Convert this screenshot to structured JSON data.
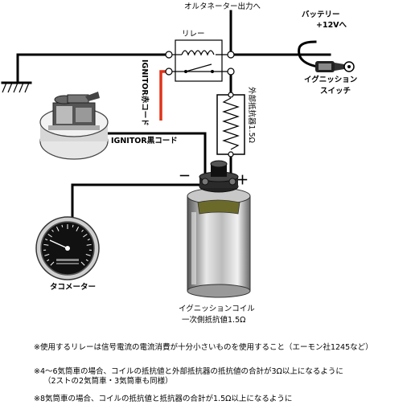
{
  "labels": {
    "alternator_output": "オルタネーター出力へ",
    "relay": "リレー",
    "battery": "バッテリー",
    "plus12v": "+12Vへ",
    "ignition_switch_l1": "イグニッション",
    "ignition_switch_l2": "スイッチ",
    "external_resistor": "外部抵抗器1.5Ω",
    "ignitor_red": "IGNITOR赤コード",
    "ignitor_black": "IGNITOR黒コード",
    "minus": "－",
    "plus": "＋",
    "tachometer": "タコメーター",
    "coil_l1": "イグニッションコイル",
    "coil_l2": "一次側抵抗値1.5Ω"
  },
  "notes": {
    "n1": "※使用するリレーは信号電流の電流消費が十分小さいものを使用すること（エーモン社1245など）",
    "n2a": "※4～6気筒車の場合、コイルの抵抗値と外部抵抗器の抵抗値の合計が3Ω以上になるように",
    "n2b": "（2ストの2気筒車・3気筒車も同様）",
    "n3": "※8気筒車の場合、コイルの抵抗値と抵抗器の合計が1.5Ω以上になるように"
  },
  "colors": {
    "wire": "#000000",
    "ignitor_red_wire": "#e03318"
  }
}
